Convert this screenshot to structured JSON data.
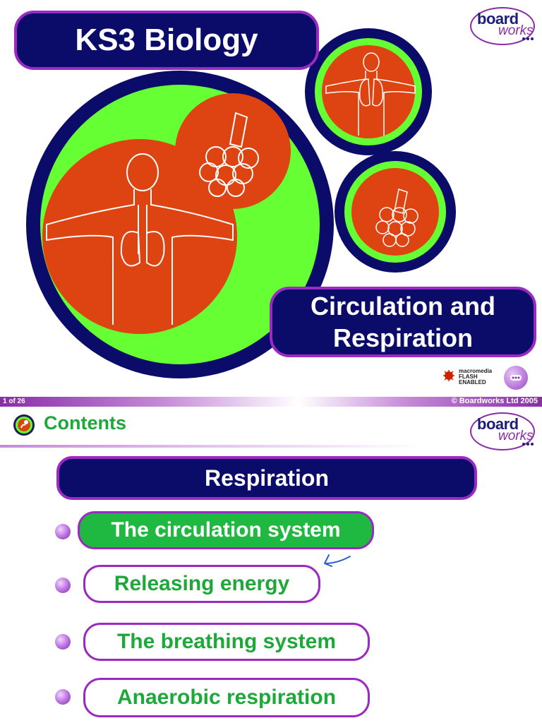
{
  "title_slide": {
    "title": "KS3 Biology",
    "subtitle_line1": "Circulation and",
    "subtitle_line2": "Respiration",
    "flash_badge": [
      "macromedia",
      "FLASH",
      "ENABLED"
    ]
  },
  "logo": {
    "board": "board",
    "works": "works"
  },
  "footer": {
    "slide_counter": "1 of 26",
    "copyright": "© Boardworks Ltd 2005"
  },
  "contents": {
    "heading": "Contents",
    "section": "Respiration",
    "items": [
      {
        "label": "The circulation system",
        "active": true
      },
      {
        "label": "Releasing energy",
        "active": false
      },
      {
        "label": "The breathing system",
        "active": false
      },
      {
        "label": "Anaerobic respiration",
        "active": false
      }
    ]
  },
  "colors": {
    "navy": "#0b0b6a",
    "purple": "#9b2ac2",
    "green": "#66ff33",
    "orange": "#dd4411",
    "text_green": "#1fa83a"
  },
  "icons": [
    "lungs-body-icon",
    "alveoli-icon",
    "nav-button-icon",
    "flash-logo-icon",
    "contents-icon",
    "annotation-arrow-icon"
  ]
}
